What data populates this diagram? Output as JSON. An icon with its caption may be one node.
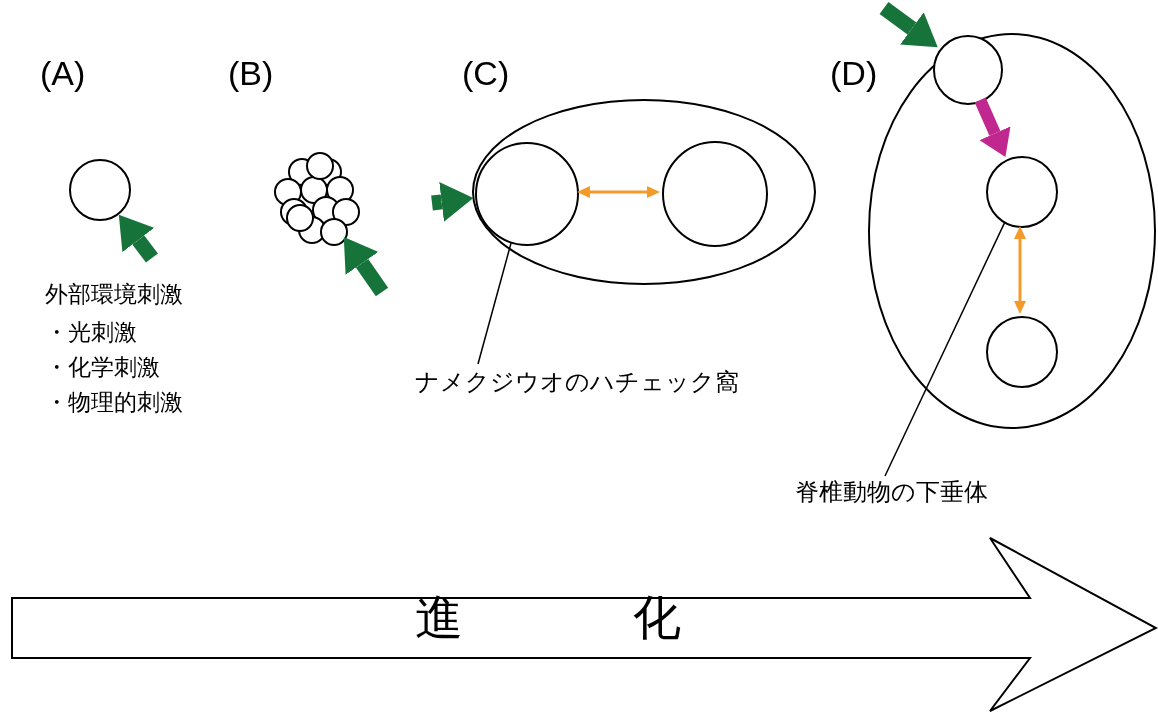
{
  "diagram": {
    "nodes": [
      {
        "text": [],
        "shape": "circle"
      },
      {
        "text": [],
        "shape": "cluster"
      },
      {
        "text": [],
        "shape": "ellipse"
      },
      {
        "text": [],
        "shape": "circle",
        "in": 2
      },
      {
        "text": [],
        "shape": "circle",
        "in": 2
      },
      {
        "text": [],
        "shape": "ellipse"
      },
      {
        "text": [],
        "shape": "circle",
        "in": 5
      },
      {
        "text": [],
        "shape": "circle",
        "in": 5
      },
      {
        "text": [],
        "shape": "circle",
        "in": 5
      },
      {
        "text": [
          "ナメクジウオのハチェック窩"
        ]
      },
      {
        "text": [
          "脊椎動物の下垂体"
        ]
      },
      {
        "text": [
          "進化"
        ]
      }
    ],
    "edges": [
      {
        "from": null,
        "to": 0,
        "arrow": "to",
        "color": "#16733a"
      },
      {
        "from": null,
        "to": 1,
        "arrow": "to",
        "color": "#16733a"
      },
      {
        "from": null,
        "to": 3,
        "arrow": "to",
        "color": "#16733a"
      },
      {
        "from": null,
        "to": 6,
        "arrow": "to",
        "color": "#16733a"
      },
      {
        "from": 3,
        "to": 4,
        "arrow": "both",
        "color": "#f39a2b"
      },
      {
        "from": 6,
        "to": 7,
        "arrow": "to",
        "color": "#c0288f"
      },
      {
        "from": 7,
        "to": 8,
        "arrow": "both",
        "color": "#f39a2b"
      },
      {
        "from": 9,
        "to": 3,
        "arrow": "none",
        "color": "#000000"
      },
      {
        "from": 10,
        "to": 7,
        "arrow": "none",
        "color": "#000000"
      }
    ],
    "labels": [
      "(A)",
      "(B)",
      "(C)",
      "(D)",
      "外部環境刺激",
      "・光刺激",
      "・化学刺激",
      "・物理的刺激"
    ]
  }
}
